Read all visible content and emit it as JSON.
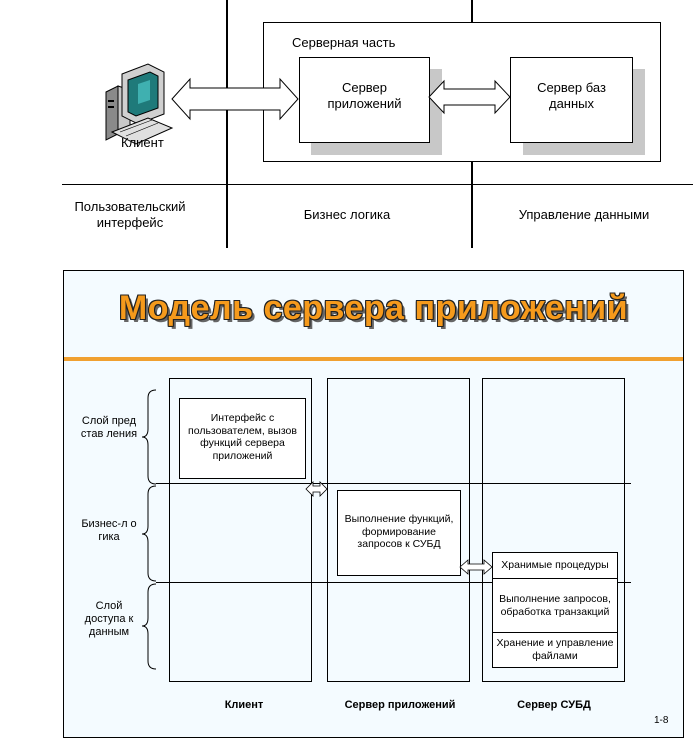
{
  "top_diagram": {
    "server_side_label": "Серверная часть",
    "client_label": "Клиент",
    "app_server_label": "Сервер приложений",
    "db_server_label": "Сервер баз данных",
    "columns": {
      "ui": "Пользовательский интерфейс",
      "business": "Бизнес логика",
      "data": "Управление данными"
    }
  },
  "slide": {
    "title": "Модель сервера приложений",
    "title_color": "#f59a1c",
    "accent_color": "#f0a030",
    "background_color": "#f4fbff",
    "layers": {
      "presentation": "Слой представ ления",
      "business": "Бизнес-л огика",
      "data_access": "Слой доступа к данным"
    },
    "boxes": {
      "ui_functions": "Интерфейс с пользователем, вызов функций сервера приложений",
      "execute_functions": "Выполнение функций, формирование запросов к СУБД",
      "stored_procedures": "Хранимые процедуры",
      "query_exec": "Выполнение запросов, обработка транзакций",
      "file_storage": "Хранение и управление файлами"
    },
    "columns": {
      "client": "Клиент",
      "app_server": "Сервер приложений",
      "dbms_server": "Сервер СУБД"
    },
    "page_number": "1-8"
  }
}
